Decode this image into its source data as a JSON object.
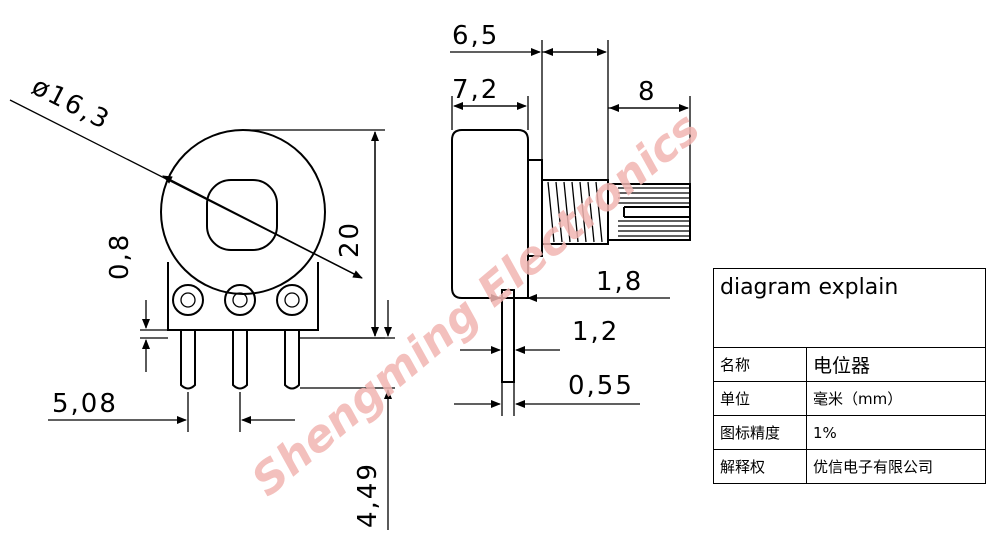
{
  "dimensions": {
    "diameter": "ø16,3",
    "d0_8": "0,8",
    "d20": "20",
    "d5_08": "5,08",
    "d4_49": "4,49",
    "d6_5": "6,5",
    "d7_2": "7,2",
    "d8": "8",
    "d1_8": "1,8",
    "d1_2": "1,2",
    "d0_55": "0,55"
  },
  "watermark": "Shengming Electronics",
  "table": {
    "title": "diagram explain",
    "rows": [
      {
        "label": "名称",
        "value": "电位器"
      },
      {
        "label": "单位",
        "value": "毫米（mm）"
      },
      {
        "label": "图标精度",
        "value": "1%"
      },
      {
        "label": "解释权",
        "value": "优信电子有限公司"
      }
    ]
  }
}
